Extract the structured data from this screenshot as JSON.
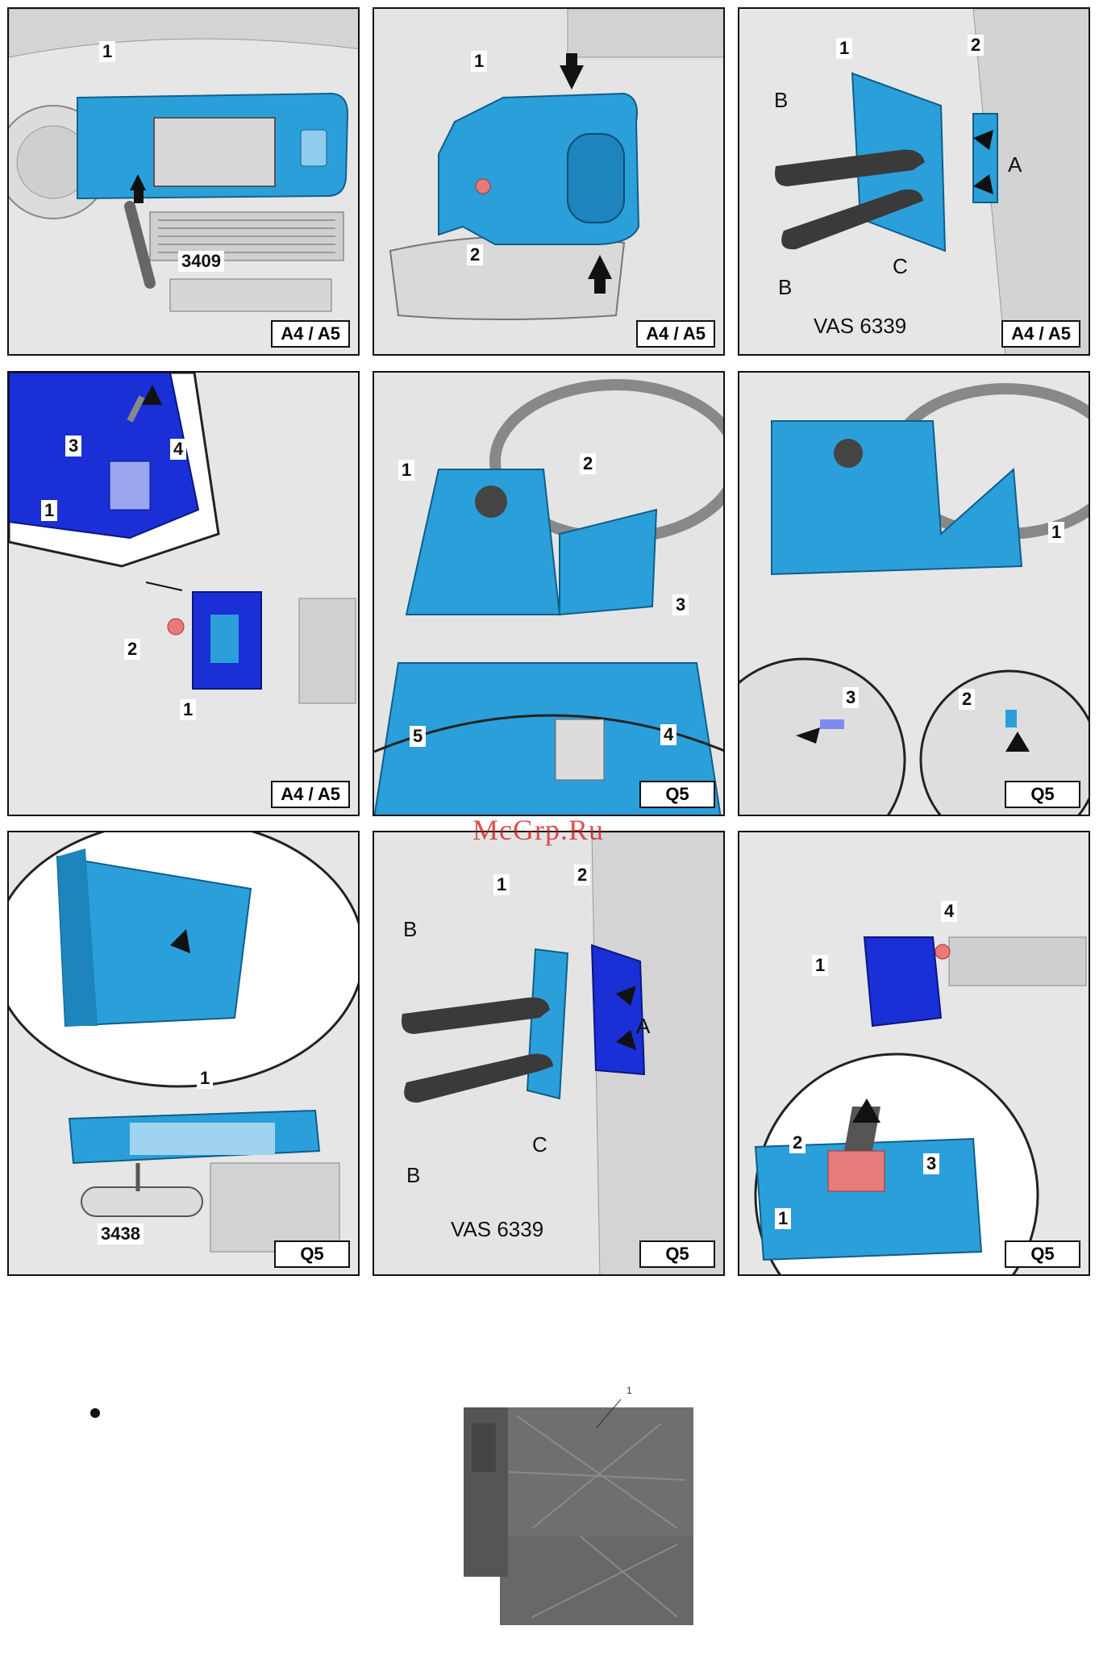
{
  "watermark": "McGrp.Ru",
  "panels": [
    {
      "id": "p1",
      "model": "A4 / A5",
      "labels": [
        "1",
        "3409"
      ]
    },
    {
      "id": "p2",
      "model": "A4 / A5",
      "labels": [
        "1",
        "2"
      ]
    },
    {
      "id": "p3",
      "model": "A4 / A5",
      "labels": [
        "1",
        "2",
        "A",
        "B",
        "B",
        "C",
        "VAS 6339"
      ]
    },
    {
      "id": "p4",
      "model": "A4 / A5",
      "labels": [
        "3",
        "4",
        "1",
        "2",
        "1"
      ]
    },
    {
      "id": "p5",
      "model": "Q5",
      "labels": [
        "1",
        "2",
        "3",
        "5",
        "4"
      ]
    },
    {
      "id": "p6",
      "model": "Q5",
      "labels": [
        "1",
        "3",
        "2"
      ]
    },
    {
      "id": "p7",
      "model": "Q5",
      "labels": [
        "1",
        "3438"
      ]
    },
    {
      "id": "p8",
      "model": "Q5",
      "labels": [
        "1",
        "2",
        "B",
        "A",
        "B",
        "C",
        "VAS 6339"
      ]
    },
    {
      "id": "p9",
      "model": "Q5",
      "labels": [
        "4",
        "1",
        "2",
        "3",
        "1"
      ]
    }
  ],
  "photo": {
    "label": "1"
  },
  "colors": {
    "part_blue": "#2b9fd9",
    "deep_blue": "#1a2fd6",
    "arrow": "#111111",
    "marker": "#e87a7a"
  }
}
